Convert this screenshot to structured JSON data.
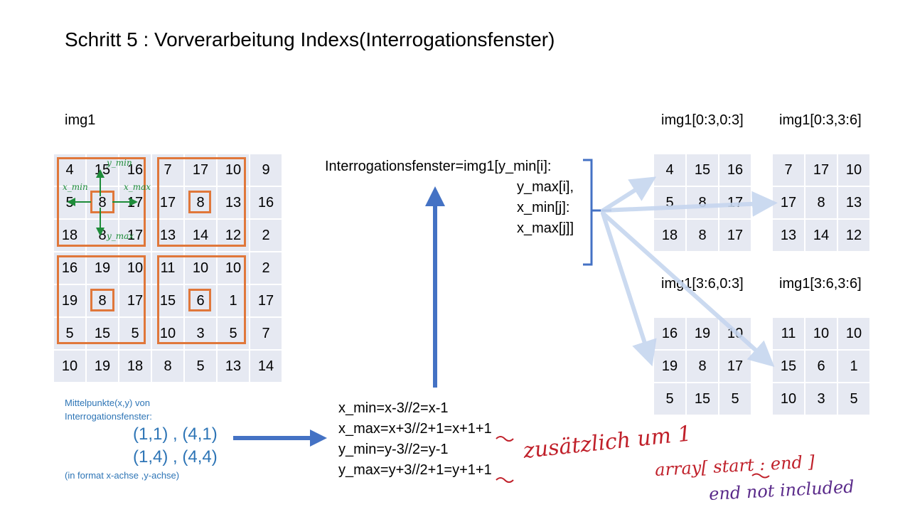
{
  "title": "Schritt 5 : Vorverarbeitung Indexs(Interrogationsfenster)",
  "img1_label": "img1",
  "main_grid": [
    [
      "4",
      "15",
      "16",
      "7",
      "17",
      "10",
      "9"
    ],
    [
      "5",
      "8",
      "17",
      "17",
      "8",
      "13",
      "16"
    ],
    [
      "18",
      "8",
      "17",
      "13",
      "14",
      "12",
      "2"
    ],
    [
      "16",
      "19",
      "10",
      "11",
      "10",
      "10",
      "2"
    ],
    [
      "19",
      "8",
      "17",
      "15",
      "6",
      "1",
      "17"
    ],
    [
      "5",
      "15",
      "5",
      "10",
      "3",
      "5",
      "7"
    ],
    [
      "10",
      "19",
      "18",
      "8",
      "5",
      "13",
      "14"
    ]
  ],
  "handwriting_green": {
    "y_min": "y_min",
    "x_min": "x_min",
    "x_max": "x_max",
    "y_max": "y_max"
  },
  "formula": {
    "line1": "Interrogationsfenster=img1[y_min[i]:",
    "line2": "y_max[i],",
    "line3": "x_min[j]:",
    "line4": "x_max[j]]"
  },
  "windows": [
    {
      "label": "img1[0:3,0:3]",
      "cells": [
        [
          "4",
          "15",
          "16"
        ],
        [
          "5",
          "8",
          "17"
        ],
        [
          "18",
          "8",
          "17"
        ]
      ]
    },
    {
      "label": "img1[0:3,3:6]",
      "cells": [
        [
          "7",
          "17",
          "10"
        ],
        [
          "17",
          "8",
          "13"
        ],
        [
          "13",
          "14",
          "12"
        ]
      ]
    },
    {
      "label": "img1[3:6,0:3]",
      "cells": [
        [
          "16",
          "19",
          "10"
        ],
        [
          "19",
          "8",
          "17"
        ],
        [
          "5",
          "15",
          "5"
        ]
      ]
    },
    {
      "label": "img1[3:6,3:6]",
      "cells": [
        [
          "11",
          "10",
          "10"
        ],
        [
          "15",
          "6",
          "1"
        ],
        [
          "10",
          "3",
          "5"
        ]
      ]
    }
  ],
  "centers": {
    "heading_line1": "Mittelpunkte(x,y) von",
    "heading_line2": "Interrogationsfenster:",
    "row1": "(1,1) , (4,1)",
    "row2": "(1,4) , (4,4)",
    "note": "(in format x-achse ,y-achse)"
  },
  "equations": [
    "x_min=x-3//2=x-1",
    "x_max=x+3//2+1=x+1+1",
    "y_min=y-3//2=y-1",
    "y_max=y+3//2+1=y+1+1"
  ],
  "handwriting_red": {
    "zusatz": "zusätzlich um 1",
    "array": "array[ start : end ]"
  },
  "handwriting_purple": "end not included",
  "colors": {
    "cell_bg": "#e6e9f2",
    "box_orange": "#e0773a",
    "arrow_blue": "#4472c4",
    "fan_blue": "#c6d6ef",
    "note_blue": "#2e75b6",
    "hand_green": "#1e8c3a",
    "hand_red": "#c0202a",
    "hand_purple": "#5a2a8a"
  }
}
